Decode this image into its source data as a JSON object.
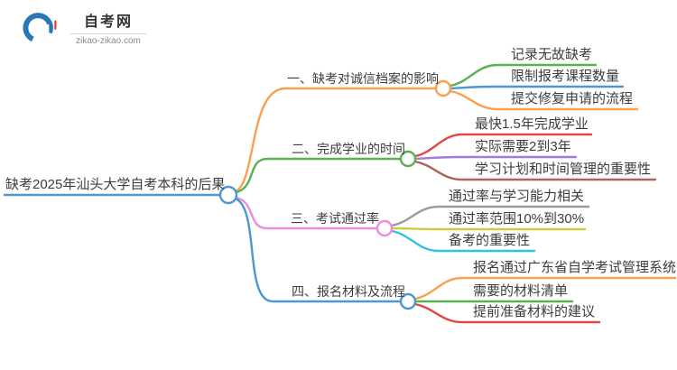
{
  "logo": {
    "title": "自考网",
    "domain": "zikao-zikao.com"
  },
  "colors": {
    "blue": "#4e96d4",
    "orange": "#f8a14e",
    "green": "#57b24f",
    "pink": "#ee8cda",
    "red": "#e04848",
    "purple": "#9d7edb",
    "brown": "#aa6459",
    "gray": "#9b9b9b",
    "olive": "#cccc3d",
    "cyan": "#2fc2e4",
    "text": "#3d3d3d"
  },
  "mindmap": {
    "root": {
      "label": "缺考2025年汕头大学自考本科的后果",
      "color": "#4e96d4"
    },
    "branches": [
      {
        "label": "一、缺考对诚信档案的影响",
        "color": "#f8a14e",
        "children": [
          {
            "label": "记录无故缺考",
            "color": "#57b24f"
          },
          {
            "label": "限制报考课程数量",
            "color": "#4e96d4"
          },
          {
            "label": "提交修复申请的流程",
            "color": "#f8a14e"
          }
        ]
      },
      {
        "label": "二、完成学业的时间",
        "color": "#57b24f",
        "children": [
          {
            "label": "最快1.5年完成学业",
            "color": "#e04848"
          },
          {
            "label": "实际需要2到3年",
            "color": "#9d7edb"
          },
          {
            "label": "学习计划和时间管理的重要性",
            "color": "#aa6459"
          }
        ]
      },
      {
        "label": "三、考试通过率",
        "color": "#ee8cda",
        "children": [
          {
            "label": "通过率与学习能力相关",
            "color": "#9b9b9b"
          },
          {
            "label": "通过率范围10%到30%",
            "color": "#cccc3d"
          },
          {
            "label": "备考的重要性",
            "color": "#2fc2e4"
          }
        ]
      },
      {
        "label": "四、报名材料及流程",
        "color": "#4e96d4",
        "children": [
          {
            "label": "报名通过广东省自学考试管理系统",
            "color": "#f8a14e"
          },
          {
            "label": "需要的材料清单",
            "color": "#57b24f"
          },
          {
            "label": "提前准备材料的建议",
            "color": "#e04848"
          }
        ]
      }
    ]
  }
}
